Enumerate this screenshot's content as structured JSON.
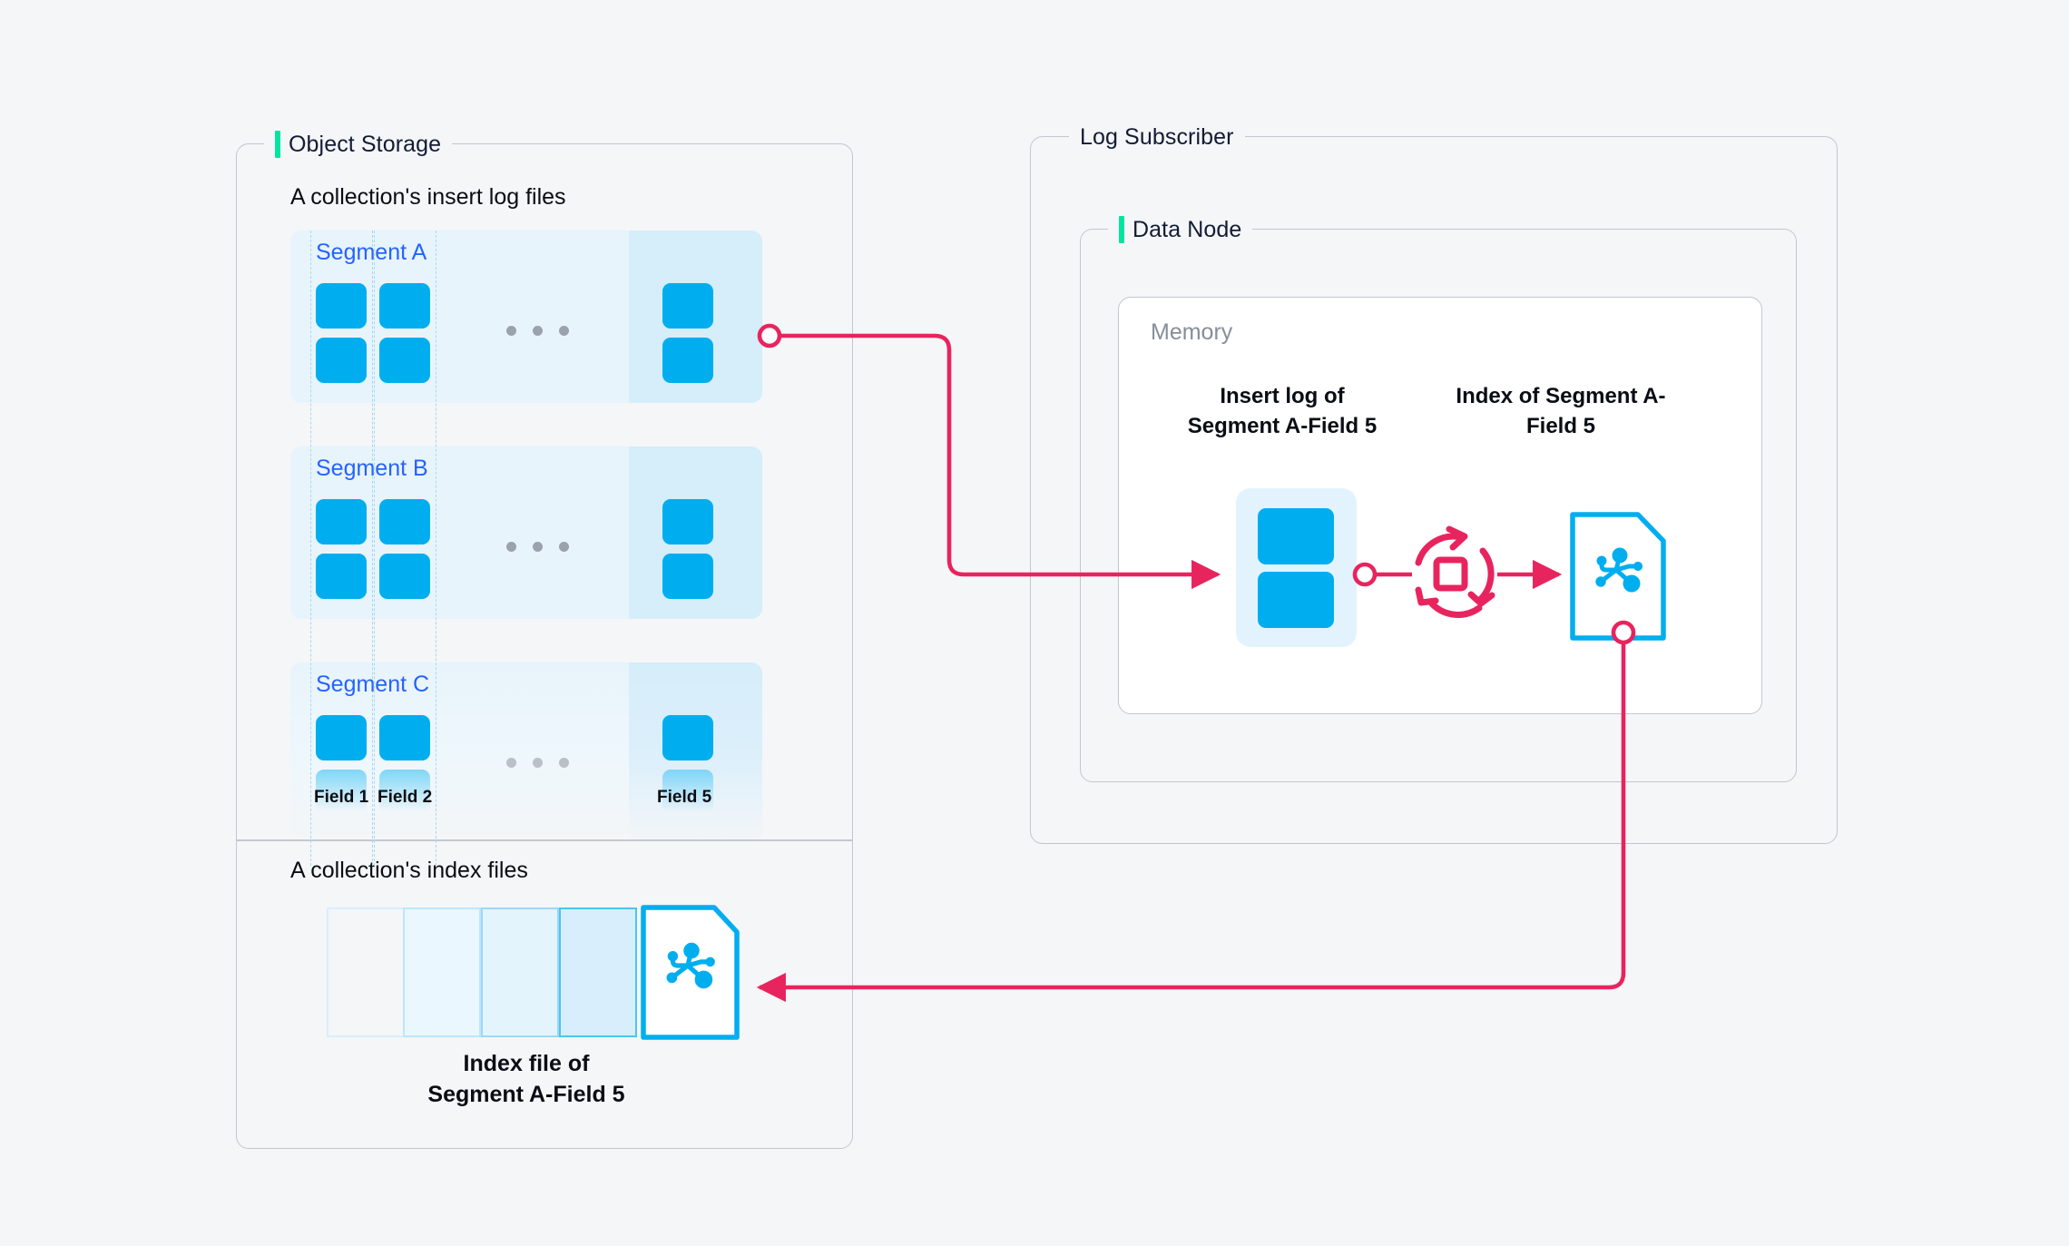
{
  "colors": {
    "background": "#f4f6f8",
    "panel_border": "#c3c6cf",
    "accent_green": "#00e5a0",
    "accent_blue": "#00aeef",
    "segment_label_blue": "#2563ff",
    "row_fill": "#e8f4fb",
    "field5_fill": "#d6edfa",
    "wire_pink": "#e8245e",
    "text_dark": "#0a0d14",
    "legend_text": "#141c33",
    "memory_label": "#868e9b"
  },
  "object_storage": {
    "legend": "Object Storage",
    "has_accent_bar": true,
    "insert_log_section": {
      "title": "A collection's insert log files",
      "segments": [
        {
          "label": "Segment A",
          "faded": false
        },
        {
          "label": "Segment B",
          "faded": false
        },
        {
          "label": "Segment C",
          "faded": true
        }
      ],
      "field_labels": [
        "Field 1",
        "Field 2",
        "Field 5"
      ],
      "ellipsis_glyph": "• • •",
      "highlighted_field": "Field 5"
    },
    "index_section": {
      "title": "A collection's index files",
      "caption_line1": "Index file of",
      "caption_line2": "Segment A-Field 5",
      "stack_count": 5,
      "highlighted_card_index": 5
    }
  },
  "log_subscriber": {
    "legend": "Log Subscriber",
    "has_accent_bar": false,
    "data_node": {
      "legend": "Data Node",
      "has_accent_bar": true,
      "memory": {
        "label": "Memory",
        "insert_log_caption_line1": "Insert log of",
        "insert_log_caption_line2": "Segment A-Field 5",
        "index_caption_line1": "Index of Segment A-",
        "index_caption_line2": "Field 5",
        "build_icon": "sync-refresh-icon"
      }
    }
  },
  "icons": {
    "insert_log": "stacked-blocks-icon",
    "index_document": "knowledge-graph-document-icon",
    "build_index": "sync-refresh-icon",
    "connector_endpoint": "circle-endpoint-icon",
    "arrow": "arrowhead-icon"
  },
  "connectors": [
    {
      "name": "objectstorage-to-memory",
      "from": "Object Storage / Segment A-Field 5 insert log",
      "to": "Memory / Insert log of Segment A-Field 5"
    },
    {
      "name": "insertlog-to-buildindex",
      "from": "Memory / Insert log of Segment A-Field 5",
      "to": "build index (sync icon)"
    },
    {
      "name": "buildindex-to-index",
      "from": "build index (sync icon)",
      "to": "Memory / Index of Segment A-Field 5"
    },
    {
      "name": "memoryindex-to-indexfile",
      "from": "Memory / Index of Segment A-Field 5",
      "to": "Object Storage / Index file of Segment A-Field 5"
    }
  ]
}
